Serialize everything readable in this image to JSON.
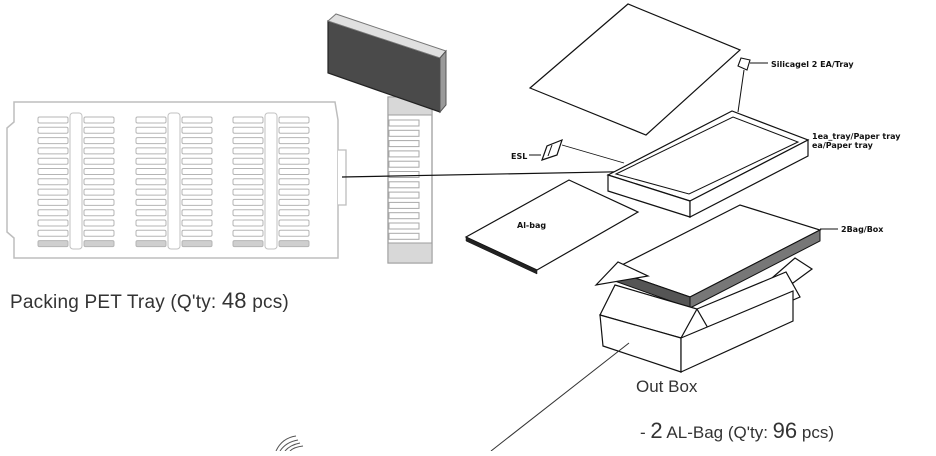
{
  "captions": {
    "tray_prefix": "Packing PET Tray (Q'ty: ",
    "tray_qty": "48",
    "tray_suffix": " pcs)",
    "out_box": "Out Box",
    "bag_prefix": "- ",
    "bag_count": "2",
    "bag_mid": " AL-Bag (Q'ty: ",
    "bag_qty": "96",
    "bag_suffix": " pcs)"
  },
  "callouts": {
    "silica_gel": "Silicagel 2 EA/Tray",
    "tray_cover": "1ea_tray/Paper tray",
    "tray_cover_2": "ea/Paper tray",
    "esl": "ESL",
    "al_bag": "Al-bag",
    "bag_per_box": "2Bag/Box"
  }
}
